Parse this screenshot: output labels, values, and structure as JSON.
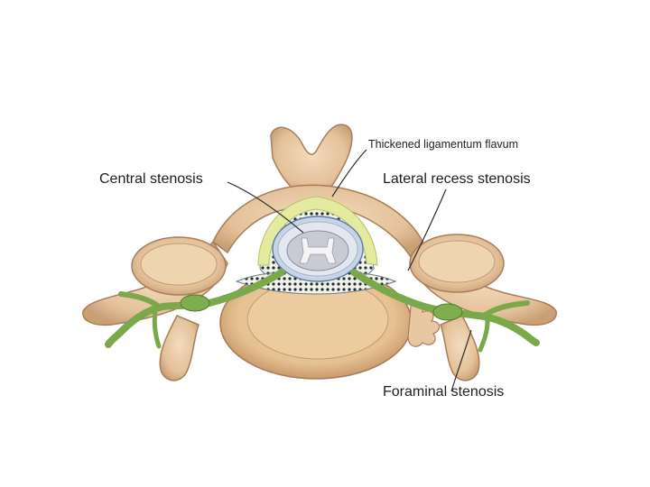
{
  "labels": {
    "thickened_ligamentum_flavum": "Thickened ligamentum flavum",
    "central_stenosis": "Central stenosis",
    "lateral_recess_stenosis": "Lateral recess stenosis",
    "foraminal_stenosis": "Foraminal stenosis"
  },
  "colors": {
    "bone": "#e9c9a4",
    "bone_shadow": "#c69b72",
    "bone_outline": "#a87e58",
    "nerve": "#7aa84a",
    "ligament": "#e6eda0",
    "dura": "#d9dfe8",
    "spinal_cord": "#bfc3cf",
    "leader_line": "#2a2a2a"
  }
}
